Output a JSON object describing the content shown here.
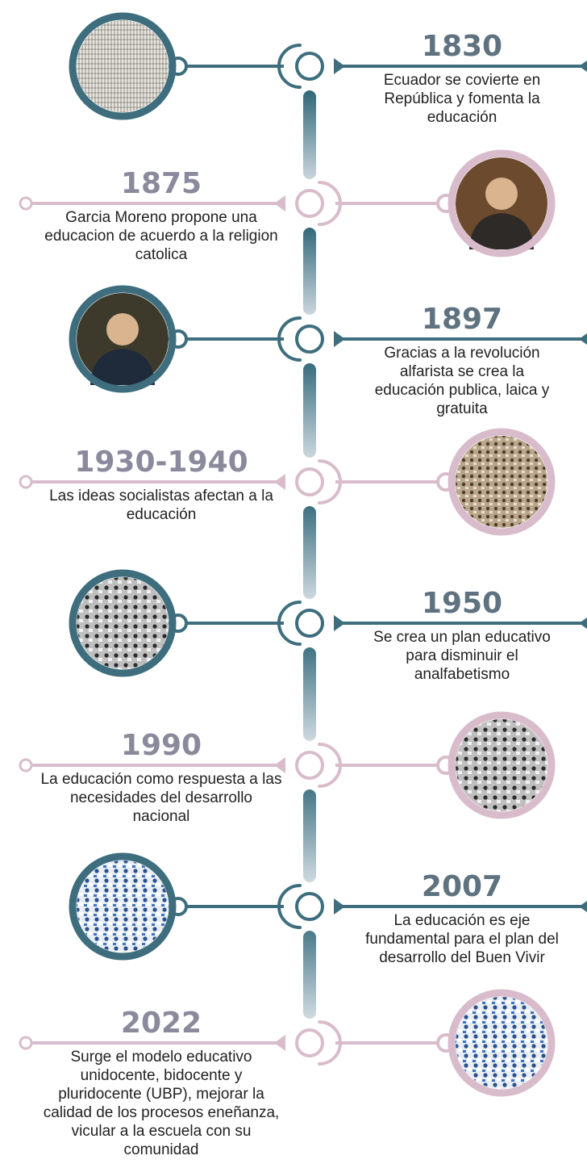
{
  "colors": {
    "teal": "#3e6e7e",
    "pink": "#d9bccb",
    "year_teal": "#5f7280",
    "year_pink": "#8a8a9c",
    "trunk_gradient_top": "#2f6677",
    "trunk_gradient_bottom": "#c9d6dc",
    "text": "#222222"
  },
  "events": [
    {
      "year": "1830",
      "description": "Ecuador se covierte en República y fomenta la educación",
      "photo": "historical-engraving-assembly",
      "branch": "right"
    },
    {
      "year": "1875",
      "description": "Garcia Moreno propone una educacion de acuerdo a la religion catolica",
      "photo": "portrait-garcia-moreno",
      "branch": "left"
    },
    {
      "year": "1897",
      "description": "Gracias a la revolución alfarista se crea la educación publica, laica y gratuita",
      "photo": "portrait-eloy-alfaro",
      "branch": "right"
    },
    {
      "year": "1930-1940",
      "description": "Las ideas socialistas afectan a la educación",
      "photo": "historical-classroom-sepia",
      "branch": "left"
    },
    {
      "year": "1950",
      "description": "Se crea un plan educativo para disminuir el analfabetismo",
      "photo": "bw-classroom-teacher",
      "branch": "right"
    },
    {
      "year": "1990",
      "description": "La educación como respuesta a las necesidades del desarrollo nacional",
      "photo": "bw-students-desks",
      "branch": "left"
    },
    {
      "year": "2007",
      "description": "La educación es eje fundamental para el plan del desarrollo del Buen Vivir",
      "photo": "color-classroom-uniforms",
      "branch": "right"
    },
    {
      "year": "2022",
      "description": "Surge el modelo educativo unidocente, bidocente y pluridocente (UBP), mejorar la calidad de los procesos eneñanza, vicular a la escuela con su comunidad",
      "photo": "rural-classroom-students",
      "branch": "left"
    }
  ]
}
